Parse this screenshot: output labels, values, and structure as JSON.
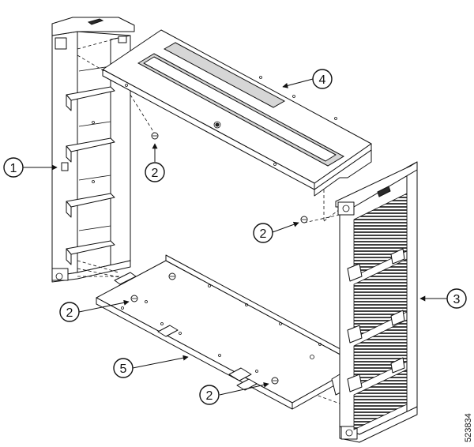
{
  "callouts": {
    "c1": "1",
    "c2a": "2",
    "c2b": "2",
    "c2c": "2",
    "c2d": "2",
    "c3": "3",
    "c4": "4",
    "c5": "5"
  },
  "figure_id": "523834"
}
